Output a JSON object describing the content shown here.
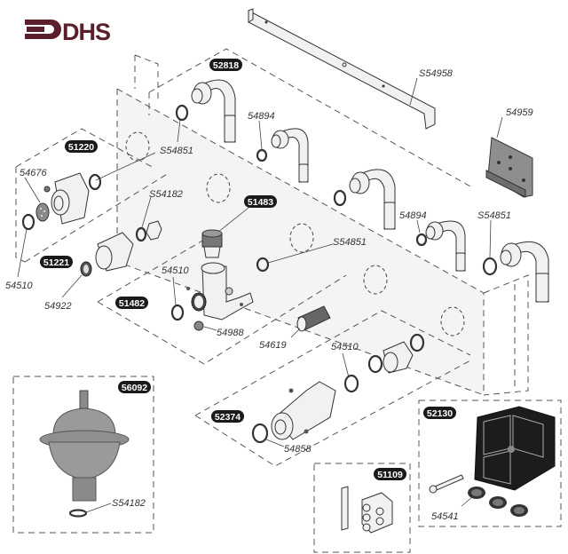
{
  "logo": {
    "text": "DHS",
    "color": "#5a1f2b",
    "icon": "arrow-bracket-icon"
  },
  "kits": [
    {
      "id": "kit-52818",
      "label": "52818"
    },
    {
      "id": "kit-51220",
      "label": "51220"
    },
    {
      "id": "kit-51483",
      "label": "51483"
    },
    {
      "id": "kit-51221",
      "label": "51221"
    },
    {
      "id": "kit-51482",
      "label": "51482"
    },
    {
      "id": "kit-56092",
      "label": "56092"
    },
    {
      "id": "kit-52374",
      "label": "52374"
    },
    {
      "id": "kit-52130",
      "label": "52130"
    },
    {
      "id": "kit-51109",
      "label": "51109"
    }
  ],
  "parts": [
    {
      "id": "part-s54958",
      "label": "S54958",
      "item": "mounting rail"
    },
    {
      "id": "part-54959",
      "label": "54959",
      "item": "bracket"
    },
    {
      "id": "part-54894-a",
      "label": "54894",
      "item": "seal ring"
    },
    {
      "id": "part-s54851-a",
      "label": "S54851",
      "item": "seal ring"
    },
    {
      "id": "part-54676",
      "label": "54676",
      "item": "strainer"
    },
    {
      "id": "part-s54182-a",
      "label": "S54182",
      "item": "seal ring"
    },
    {
      "id": "part-54510-a",
      "label": "54510",
      "item": "seal ring"
    },
    {
      "id": "part-54922",
      "label": "54922",
      "item": "seal"
    },
    {
      "id": "part-54510-b",
      "label": "54510",
      "item": "seal ring"
    },
    {
      "id": "part-54988",
      "label": "54988",
      "item": "check valve"
    },
    {
      "id": "part-s54851-b",
      "label": "S54851",
      "item": "seal ring"
    },
    {
      "id": "part-54894-b",
      "label": "54894",
      "item": "seal ring"
    },
    {
      "id": "part-s54851-c",
      "label": "S54851",
      "item": "seal ring"
    },
    {
      "id": "part-54619",
      "label": "54619",
      "item": "nipple"
    },
    {
      "id": "part-54510-c",
      "label": "54510",
      "item": "seal ring"
    },
    {
      "id": "part-54858",
      "label": "54858",
      "item": "seal ring"
    },
    {
      "id": "part-s54182-b",
      "label": "S54182",
      "item": "seal ring"
    },
    {
      "id": "part-54541",
      "label": "54541",
      "item": "grommet"
    }
  ]
}
